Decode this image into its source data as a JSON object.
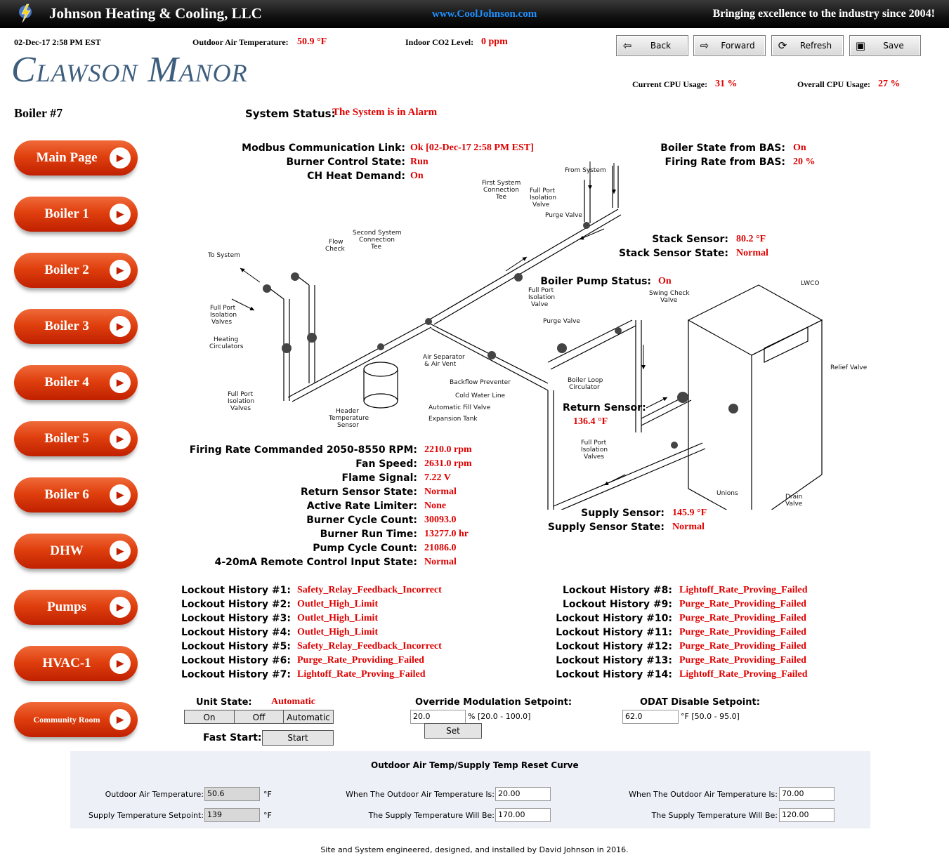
{
  "header": {
    "company": "Johnson Heating & Cooling, LLC",
    "url": "www.CoolJohnson.com",
    "tagline": "Bringing excellence to the industry since 2004!"
  },
  "info": {
    "datetime": "02-Dec-17 2:58 PM EST",
    "outdoor_air_label": "Outdoor Air Temperature:",
    "outdoor_air_value": "50.9 °F",
    "co2_label": "Indoor CO2 Level:",
    "co2_value": "0 ppm",
    "cpu_current_label": "Current CPU Usage:",
    "cpu_current_value": "31 %",
    "cpu_overall_label": "Overall CPU Usage:",
    "cpu_overall_value": "27 %"
  },
  "site_title": "Clawson Manor",
  "toolbar": {
    "back": "Back",
    "forward": "Forward",
    "refresh": "Refresh",
    "save": "Save"
  },
  "page_title": "Boiler #7",
  "nav": [
    "Main Page",
    "Boiler 1",
    "Boiler 2",
    "Boiler 3",
    "Boiler 4",
    "Boiler 5",
    "Boiler 6",
    "DHW",
    "Pumps",
    "HVAC-1",
    "Community Room"
  ],
  "system_status": {
    "label": "System Status:",
    "value": "The System is in Alarm"
  },
  "status_top": [
    {
      "label": "Modbus Communication Link:",
      "value": "Ok [02-Dec-17 2:58 PM EST]"
    },
    {
      "label": "Burner Control State:",
      "value": "Run"
    },
    {
      "label": "CH Heat Demand:",
      "value": "On"
    }
  ],
  "status_bas": [
    {
      "label": "Boiler State from BAS:",
      "value": "On"
    },
    {
      "label": "Firing Rate from BAS:",
      "value": "20 %"
    }
  ],
  "stack": [
    {
      "label": "Stack Sensor:",
      "value": "80.2 °F"
    },
    {
      "label": "Stack Sensor State:",
      "value": "Normal"
    }
  ],
  "pump_status": {
    "label": "Boiler Pump Status:",
    "value": "On"
  },
  "return_sensor": {
    "label": "Return Sensor:",
    "value": "136.4 °F"
  },
  "supply": [
    {
      "label": "Supply Sensor:",
      "value": "145.9 °F"
    },
    {
      "label": "Supply Sensor State:",
      "value": "Normal"
    }
  ],
  "metrics": [
    {
      "label": "Firing Rate Commanded 2050-8550 RPM:",
      "value": "2210.0 rpm"
    },
    {
      "label": "Fan Speed:",
      "value": "2631.0 rpm"
    },
    {
      "label": "Flame Signal:",
      "value": "7.22 V"
    },
    {
      "label": "Return Sensor State:",
      "value": "Normal"
    },
    {
      "label": "Active Rate Limiter:",
      "value": "None"
    },
    {
      "label": "Burner Cycle Count:",
      "value": "30093.0"
    },
    {
      "label": "Burner Run Time:",
      "value": "13277.0 hr"
    },
    {
      "label": "Pump Cycle Count:",
      "value": "21086.0"
    },
    {
      "label": "4-20mA Remote Control Input State:",
      "value": "Normal"
    }
  ],
  "lockouts_left": [
    {
      "label": "Lockout History #1:",
      "value": "Safety_Relay_Feedback_Incorrect"
    },
    {
      "label": "Lockout History #2:",
      "value": "Outlet_High_Limit"
    },
    {
      "label": "Lockout History #3:",
      "value": "Outlet_High_Limit"
    },
    {
      "label": "Lockout History #4:",
      "value": "Outlet_High_Limit"
    },
    {
      "label": "Lockout History #5:",
      "value": "Safety_Relay_Feedback_Incorrect"
    },
    {
      "label": "Lockout History #6:",
      "value": "Purge_Rate_Providing_Failed"
    },
    {
      "label": "Lockout History #7:",
      "value": "Lightoff_Rate_Proving_Failed"
    }
  ],
  "lockouts_right": [
    {
      "label": "Lockout History #8:",
      "value": "Lightoff_Rate_Proving_Failed"
    },
    {
      "label": "Lockout History #9:",
      "value": "Purge_Rate_Providing_Failed"
    },
    {
      "label": "Lockout History #10:",
      "value": "Purge_Rate_Providing_Failed"
    },
    {
      "label": "Lockout History #11:",
      "value": "Purge_Rate_Providing_Failed"
    },
    {
      "label": "Lockout History #12:",
      "value": "Purge_Rate_Providing_Failed"
    },
    {
      "label": "Lockout History #13:",
      "value": "Purge_Rate_Providing_Failed"
    },
    {
      "label": "Lockout History #14:",
      "value": "Lightoff_Rate_Proving_Failed"
    }
  ],
  "unit_state": {
    "label": "Unit State:",
    "value": "Automatic",
    "on": "On",
    "off": "Off",
    "auto": "Automatic"
  },
  "fast_start": {
    "label": "Fast Start:",
    "button": "Start"
  },
  "override": {
    "label": "Override Modulation Setpoint:",
    "value": "20.0",
    "range": "% [20.0 - 100.0]",
    "button": "Set"
  },
  "odat": {
    "label": "ODAT Disable Setpoint:",
    "value": "62.0",
    "range": "°F [50.0 - 95.0]"
  },
  "curve": {
    "title": "Outdoor Air Temp/Supply Temp Reset Curve",
    "oat_label": "Outdoor Air Temperature:",
    "oat_value": "50.6",
    "oat_unit": "°F",
    "sts_label": "Supply Temperature Setpoint:",
    "sts_value": "139",
    "sts_unit": "°F",
    "when1_label": "When The Outdoor Air Temperature Is:",
    "when1_value": "20.00",
    "supply1_label": "The Supply Temperature Will Be:",
    "supply1_value": "170.00",
    "when2_label": "When The Outdoor Air Temperature Is:",
    "when2_value": "70.00",
    "supply2_label": "The Supply Temperature Will Be:",
    "supply2_value": "120.00"
  },
  "footer": "Site and System engineered, designed, and installed by David Johnson in 2016.",
  "diagram_labels": {
    "from_system": "From System",
    "first_tee_1": "First System",
    "first_tee_2": "Connection",
    "first_tee_3": "Tee",
    "fp_iso_top_1": "Full Port",
    "fp_iso_top_2": "Isolation",
    "fp_iso_top_3": "Valve",
    "purge_valve_top": "Purge Valve",
    "second_tee_1": "Second System",
    "second_tee_2": "Connection",
    "second_tee_3": "Tee",
    "flow_check_1": "Flow",
    "flow_check_2": "Check",
    "to_system": "To System",
    "fp_iso_left_1": "Full Port",
    "fp_iso_left_2": "Isolation",
    "fp_iso_left_3": "Valves",
    "heat_circ_1": "Heating",
    "heat_circ_2": "Circulators",
    "fp_iso_bl_1": "Full Port",
    "fp_iso_bl_2": "Isolation",
    "fp_iso_bl_3": "Valves",
    "header_sensor_1": "Header",
    "header_sensor_2": "Temperature",
    "header_sensor_3": "Sensor",
    "air_sep_1": "Air Separator",
    "air_sep_2": "& Air Vent",
    "backflow": "Backflow Preventer",
    "cold_water": "Cold Water Line",
    "auto_fill": "Automatic Fill Valve",
    "exp_tank": "Expansion Tank",
    "fp_iso_mid_1": "Full Port",
    "fp_iso_mid_2": "Isolation",
    "fp_iso_mid_3": "Valve",
    "purge_valve_mid": "Purge Valve",
    "swing_check_1": "Swing Check",
    "swing_check_2": "Valve",
    "loop_circ_1": "Boiler Loop",
    "loop_circ_2": "Circulator",
    "lwco": "LWCO",
    "relief": "Relief Valve",
    "fp_iso_br_1": "Full Port",
    "fp_iso_br_2": "Isolation",
    "fp_iso_br_3": "Valves",
    "unions": "Unions",
    "drain_1": "Drain",
    "drain_2": "Valve"
  }
}
